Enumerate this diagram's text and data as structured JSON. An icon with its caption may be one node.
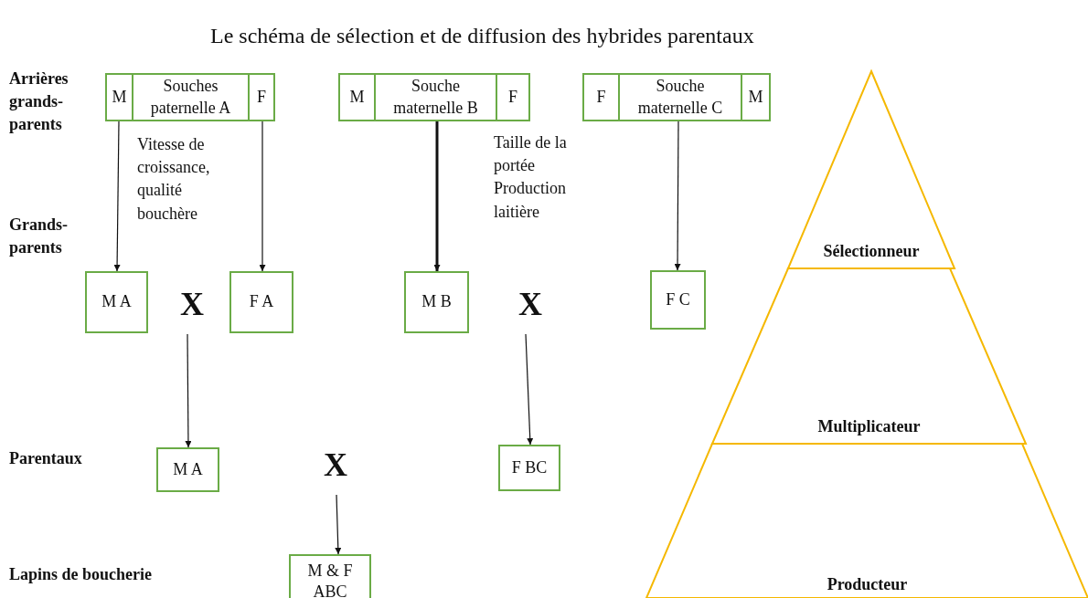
{
  "diagram": {
    "title": "Le schéma de sélection et de diffusion des hybrides parentaux",
    "nodes": [
      {
        "text": [
          "M"
        ]
      },
      {
        "text": [
          "Souches paternelle A"
        ]
      },
      {
        "text": [
          "F"
        ]
      },
      {
        "text": [
          "M"
        ]
      },
      {
        "text": [
          "Souche maternelle B"
        ]
      },
      {
        "text": [
          "F"
        ]
      },
      {
        "text": [
          "F"
        ]
      },
      {
        "text": [
          "Souche maternelle C"
        ]
      },
      {
        "text": [
          "M"
        ]
      },
      {
        "text": [
          "M A"
        ]
      },
      {
        "text": [
          "X"
        ]
      },
      {
        "text": [
          "F A"
        ]
      },
      {
        "text": [
          "M B"
        ]
      },
      {
        "text": [
          "X"
        ]
      },
      {
        "text": [
          "F C"
        ]
      },
      {
        "text": [
          "M A"
        ]
      },
      {
        "text": [
          "X"
        ]
      },
      {
        "text": [
          "F BC"
        ]
      },
      {
        "text": [
          "M & F ABC"
        ]
      },
      {
        "text": [
          "Sélectionneur"
        ]
      },
      {
        "text": [
          "Multiplicateur"
        ]
      },
      {
        "text": [
          "Producteur"
        ]
      }
    ],
    "edges": [
      {
        "from": 0,
        "to": 9,
        "arrow": "to"
      },
      {
        "from": 2,
        "to": 11,
        "arrow": "to"
      },
      {
        "from": 4,
        "to": 12,
        "arrow": "to",
        "style": "thick"
      },
      {
        "from": 7,
        "to": 14,
        "arrow": "to"
      },
      {
        "from": 10,
        "to": 15,
        "arrow": "to"
      },
      {
        "from": 13,
        "to": 17,
        "arrow": "to"
      },
      {
        "from": 16,
        "to": 18,
        "arrow": "to"
      }
    ],
    "labels": [
      "Arrières grands-parents",
      "Vitesse de croissance, qualité bouchère",
      "Taille de la portée Production laitière",
      "Grands-parents",
      "Parentaux",
      "Lapins de boucherie"
    ]
  }
}
